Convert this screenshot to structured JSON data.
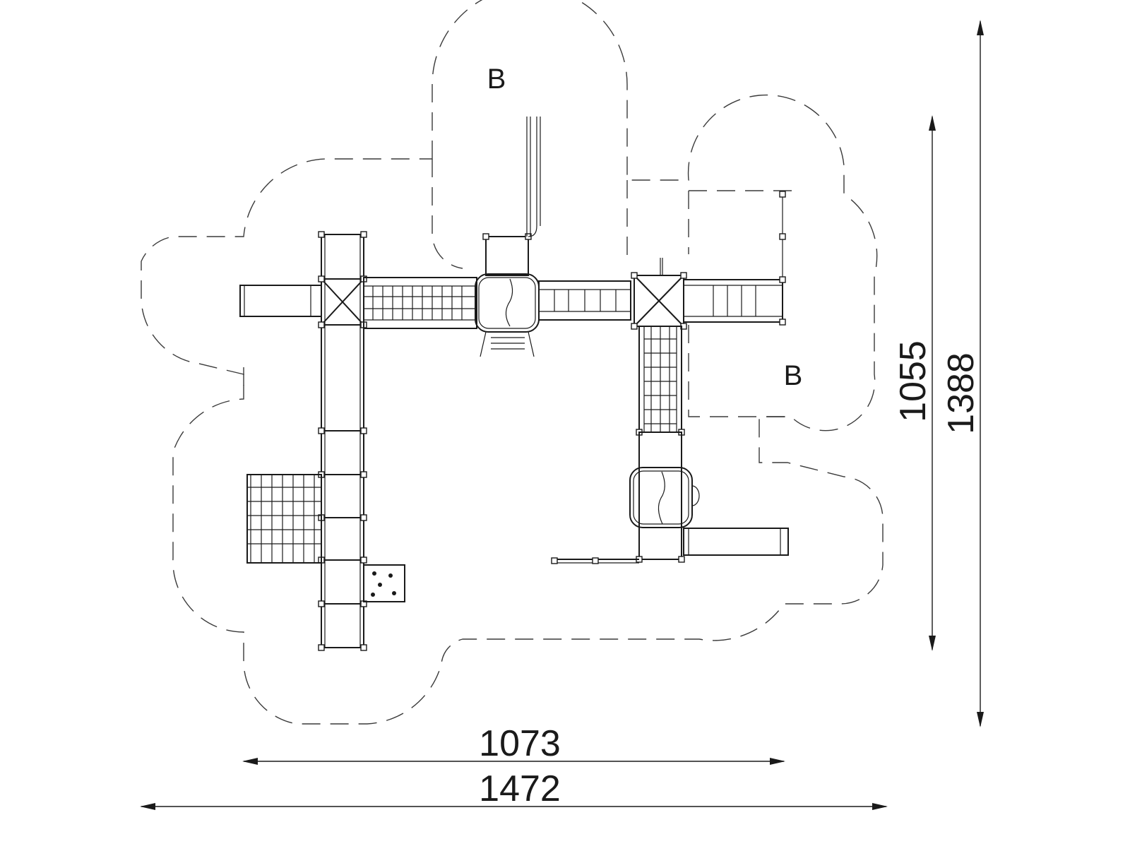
{
  "zones": {
    "top_label": "B",
    "right_label": "B"
  },
  "dimensions": {
    "inner_width": "1073",
    "outer_width": "1472",
    "inner_height": "1055",
    "outer_height": "1388"
  }
}
